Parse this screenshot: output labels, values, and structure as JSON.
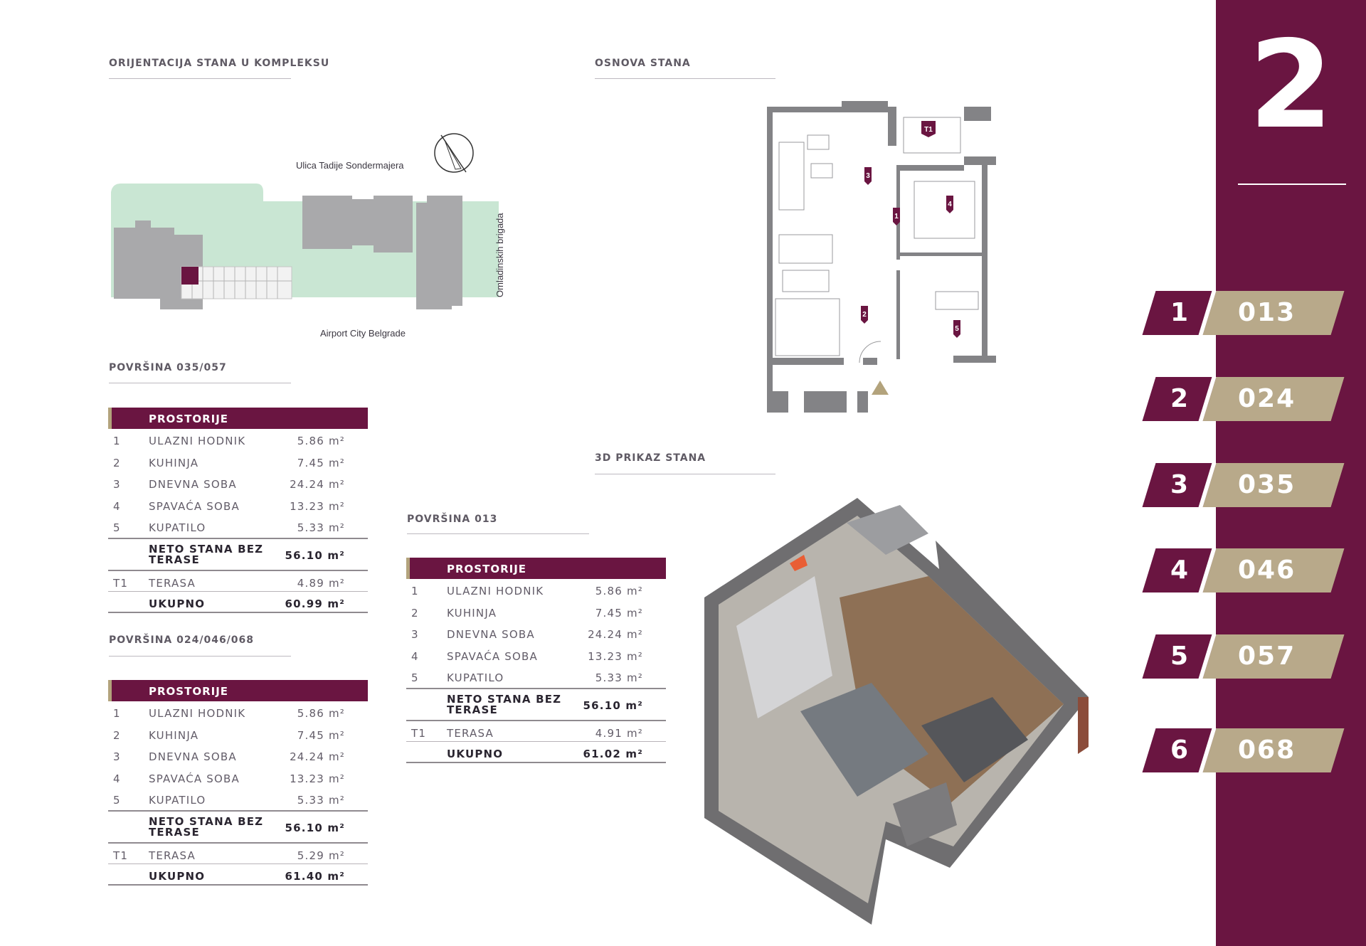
{
  "sections": {
    "orientation": "ORIJENTACIJA STANA U KOMPLEKSU",
    "floorplan": "OSNOVA STANA",
    "render": "3D PRIKAZ STANA"
  },
  "siteplan": {
    "street_north": "Ulica Tadije Sondermajera",
    "street_east": "Omladinskih brigada",
    "label_south": "Airport City Belgrade"
  },
  "tables": [
    {
      "title": "POVRŠINA 035/057",
      "header": "PROSTORIJE",
      "rows": [
        {
          "num": "1",
          "name": "ULAZNI HODNIK",
          "area": "5.86 m²"
        },
        {
          "num": "2",
          "name": "KUHINJA",
          "area": "7.45 m²"
        },
        {
          "num": "3",
          "name": "DNEVNA SOBA",
          "area": "24.24 m²"
        },
        {
          "num": "4",
          "name": "SPAVAĆA SOBA",
          "area": "13.23 m²"
        },
        {
          "num": "5",
          "name": "KUPATILO",
          "area": "5.33 m²"
        }
      ],
      "net_label": "NETO STANA BEZ TERASE",
      "net_area": "56.10 m²",
      "terrace_num": "T1",
      "terrace_name": "TERASA",
      "terrace_area": "4.89 m²",
      "total_label": "UKUPNO",
      "total_area": "60.99 m²"
    },
    {
      "title": "POVRŠINA 024/046/068",
      "header": "PROSTORIJE",
      "rows": [
        {
          "num": "1",
          "name": "ULAZNI HODNIK",
          "area": "5.86 m²"
        },
        {
          "num": "2",
          "name": "KUHINJA",
          "area": "7.45 m²"
        },
        {
          "num": "3",
          "name": "DNEVNA SOBA",
          "area": "24.24 m²"
        },
        {
          "num": "4",
          "name": "SPAVAĆA SOBA",
          "area": "13.23 m²"
        },
        {
          "num": "5",
          "name": "KUPATILO",
          "area": "5.33 m²"
        }
      ],
      "net_label": "NETO STANA BEZ TERASE",
      "net_area": "56.10 m²",
      "terrace_num": "T1",
      "terrace_name": "TERASA",
      "terrace_area": "5.29 m²",
      "total_label": "UKUPNO",
      "total_area": "61.40 m²"
    },
    {
      "title": "POVRŠINA 013",
      "header": "PROSTORIJE",
      "rows": [
        {
          "num": "1",
          "name": "ULAZNI HODNIK",
          "area": "5.86 m²"
        },
        {
          "num": "2",
          "name": "KUHINJA",
          "area": "7.45 m²"
        },
        {
          "num": "3",
          "name": "DNEVNA SOBA",
          "area": "24.24 m²"
        },
        {
          "num": "4",
          "name": "SPAVAĆA SOBA",
          "area": "13.23 m²"
        },
        {
          "num": "5",
          "name": "KUPATILO",
          "area": "5.33 m²"
        }
      ],
      "net_label": "NETO STANA BEZ TERASE",
      "net_area": "56.10 m²",
      "terrace_num": "T1",
      "terrace_name": "TERASA",
      "terrace_area": "4.91 m²",
      "total_label": "UKUPNO",
      "total_area": "61.02 m²"
    }
  ],
  "floorplan_markers": [
    "1",
    "2",
    "3",
    "4",
    "5",
    "T1"
  ],
  "sidebar": {
    "apartment_type": "2",
    "units": [
      {
        "floor": "1",
        "code": "013"
      },
      {
        "floor": "2",
        "code": "024"
      },
      {
        "floor": "3",
        "code": "035"
      },
      {
        "floor": "4",
        "code": "046"
      },
      {
        "floor": "5",
        "code": "057"
      },
      {
        "floor": "6",
        "code": "068"
      }
    ]
  },
  "colors": {
    "brand_plum": "#6a1541",
    "accent_gold": "#b8a98a",
    "lawn": "#c9e6d3",
    "building": "#a9a9ab"
  }
}
